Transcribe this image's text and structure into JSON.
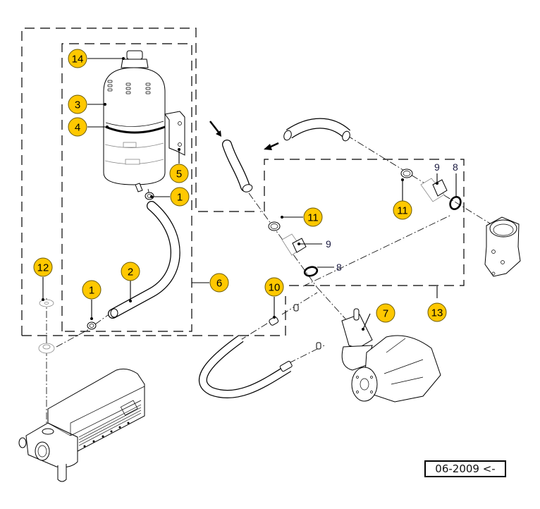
{
  "diagram": {
    "type": "exploded-parts-diagram",
    "subject": "coolant expansion tank and hoses",
    "callout_color": "#ffc800",
    "callouts": [
      {
        "id": "callout-14",
        "label": "14",
        "part": "tank-cap"
      },
      {
        "id": "callout-3",
        "label": "3",
        "part": "expansion-tank"
      },
      {
        "id": "callout-4",
        "label": "4",
        "part": "tank-strap"
      },
      {
        "id": "callout-5",
        "label": "5",
        "part": "mounting-bracket"
      },
      {
        "id": "callout-1a",
        "label": "1",
        "part": "hose-clamp-upper"
      },
      {
        "id": "callout-2",
        "label": "2",
        "part": "tank-hose"
      },
      {
        "id": "callout-1b",
        "label": "1",
        "part": "hose-clamp-lower"
      },
      {
        "id": "callout-12",
        "label": "12",
        "part": "grommet"
      },
      {
        "id": "callout-6",
        "label": "6",
        "part": "tank-assembly-group"
      },
      {
        "id": "callout-10",
        "label": "10",
        "part": "hose-connector"
      },
      {
        "id": "callout-11a",
        "label": "11",
        "part": "hose-clamp-center"
      },
      {
        "id": "callout-11b",
        "label": "11",
        "part": "hose-clamp-right"
      },
      {
        "id": "callout-7",
        "label": "7",
        "part": "water-pump-adapter"
      },
      {
        "id": "callout-13",
        "label": "13",
        "part": "fitting-group"
      }
    ],
    "plain_labels": [
      {
        "id": "label-9a",
        "label": "9",
        "part": "hose-nipple-center"
      },
      {
        "id": "label-8a",
        "label": "8",
        "part": "o-ring-center"
      },
      {
        "id": "label-9b",
        "label": "9",
        "part": "hose-nipple-right"
      },
      {
        "id": "label-8b",
        "label": "8",
        "part": "o-ring-right"
      }
    ]
  },
  "footer": {
    "date_stamp": "06-2009 <-"
  }
}
